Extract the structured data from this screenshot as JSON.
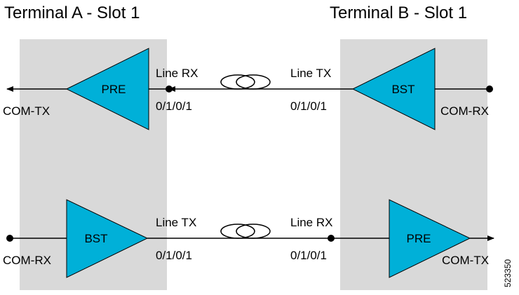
{
  "terminals": {
    "a": {
      "title": "Terminal A - Slot 1"
    },
    "b": {
      "title": "Terminal B - Slot 1"
    }
  },
  "top_path": {
    "left": {
      "amp": "PRE",
      "port": "COM-TX"
    },
    "line_left": {
      "label": "Line RX",
      "port": "0/1/0/1"
    },
    "line_right": {
      "label": "Line TX",
      "port": "0/1/0/1"
    },
    "right": {
      "amp": "BST",
      "port": "COM-RX"
    }
  },
  "bottom_path": {
    "left": {
      "amp": "BST",
      "port": "COM-RX"
    },
    "line_left": {
      "label": "Line TX",
      "port": "0/1/0/1"
    },
    "line_right": {
      "label": "Line RX",
      "port": "0/1/0/1"
    },
    "right": {
      "amp": "PRE",
      "port": "COM-TX"
    }
  },
  "figure_id": "523350",
  "colors": {
    "panel": "#d9d9d9",
    "amplifier": "#00b0d8",
    "line": "#000000"
  }
}
